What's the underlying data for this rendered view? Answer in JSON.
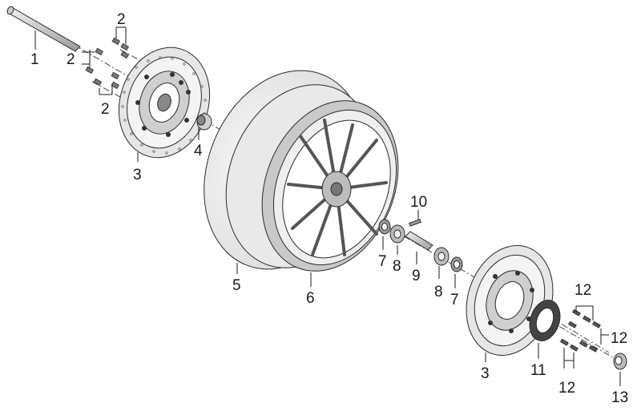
{
  "callouts": {
    "c1": "1",
    "c2a": "2",
    "c2b": "2",
    "c2c": "2",
    "c3a": "3",
    "c3b": "3",
    "c4": "4",
    "c5": "5",
    "c6": "6",
    "c7a": "7",
    "c7b": "7",
    "c8a": "8",
    "c8b": "8",
    "c9": "9",
    "c10": "10",
    "c11": "11",
    "c12a": "12",
    "c12b": "12",
    "c12c": "12",
    "c13": "13"
  },
  "colors": {
    "line": "#1a1a1a",
    "tire_fill": "#f1f1f1",
    "rim_fill": "#dcdcdc",
    "disc_fill": "#e6e6e6",
    "dark": "#555555"
  }
}
